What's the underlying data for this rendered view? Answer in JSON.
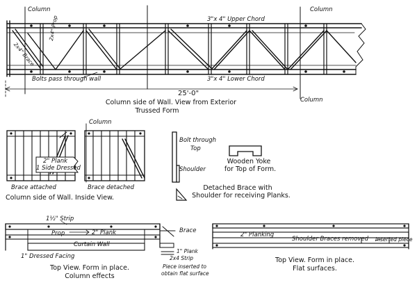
{
  "top_panel": {
    "column_left": "Column",
    "column_right": "Column",
    "column_bottom": "Column",
    "upper_chord": "3\"x 4\" Upper Chord",
    "lower_chord": "3\"x 4\" Lower Chord",
    "brace_2x4": "2x4\" Brace",
    "prop_2x4": "2x4\" Prop",
    "bolts": "Bolts pass through wall",
    "dimension": "25'-0\"",
    "caption_line1": "Column side of Wall.  View from Exterior",
    "caption_line2": "Trussed  Form"
  },
  "middle_left_panel": {
    "column": "Column",
    "plank": "2\" Plank",
    "side_dressed": "1 Side Dressed",
    "brace_attached": "Brace attached",
    "brace_detached": "Brace detached",
    "caption": "Column side of Wall.  Inside View."
  },
  "middle_right_panel": {
    "bolt_through": "Bolt through",
    "top": "Top",
    "shoulder": "Shoulder",
    "yoke_line1": "Wooden Yoke",
    "yoke_line2": "for Top of Form.",
    "detached_line1": "Detached Brace with",
    "detached_line2": "Shoulder for receiving Planks."
  },
  "bottom_left_panel": {
    "strip": "1½\" Strip",
    "prop": "Prop",
    "plank": "2\" Plank",
    "brace": "Brace",
    "curtain_wall": "Curtain Wall",
    "dressed_facing": "1\" Dressed Facing",
    "plank_1in": "1\" Plank",
    "strip_2x4": "2x4 Strip",
    "piece_line1": "Piece inserted to",
    "piece_line2": "obtain flat surface",
    "caption_line1": "Top View.  Form in place.",
    "caption_line2": "Column effects"
  },
  "bottom_right_panel": {
    "planking": "2\" Planking",
    "shoulder_braces": "Shoulder Braces removed",
    "inserted_piece": "Inserted piece",
    "caption_line1": "Top View.  Form in place.",
    "caption_line2": "Flat surfaces."
  }
}
